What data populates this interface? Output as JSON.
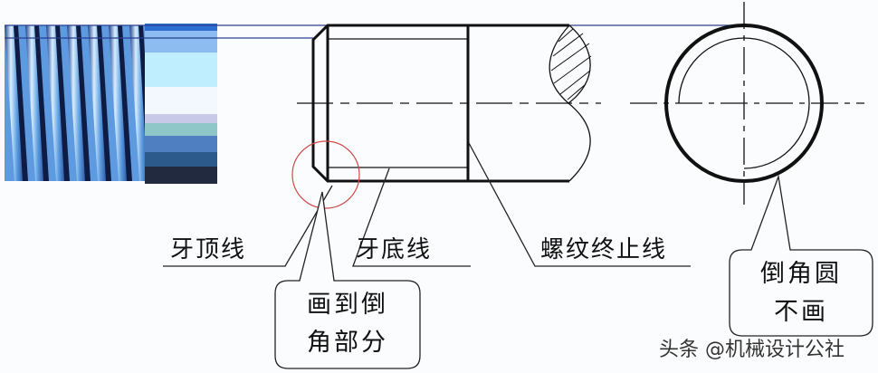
{
  "labels": {
    "crest_line": "牙顶线",
    "root_line": "牙底线",
    "thread_end_line": "螺纹终止线",
    "chamfer_note_line1": "画到倒",
    "chamfer_note_line2": "角部分",
    "chamfer_circle_note_line1": "倒角圆",
    "chamfer_circle_note_line2": "不画"
  },
  "watermark": "头条 @机械设计公社",
  "colors": {
    "line": "#111111",
    "highlight_circle": "#d04a4a",
    "thread_blue": "#3a7fd0",
    "projection_line": "#2a3f8f"
  }
}
